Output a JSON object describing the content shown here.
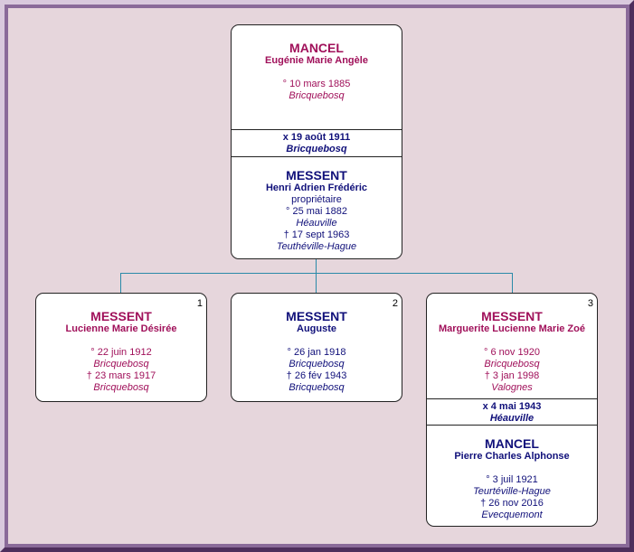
{
  "parents": {
    "mother": {
      "surname": "MANCEL",
      "given": "Eugénie Marie Angèle",
      "birth_date": "° 10 mars 1885",
      "birth_place": "Bricquebosq"
    },
    "marriage": {
      "date": "x 19 août 1911",
      "place": "Bricquebosq"
    },
    "father": {
      "surname": "MESSENT",
      "given": "Henri Adrien Frédéric",
      "occupation": "propriétaire",
      "birth_date": "° 25 mai 1882",
      "birth_place": "Héauville",
      "death_date": "† 17 sept 1963",
      "death_place": "Teuthéville-Hague"
    }
  },
  "children": [
    {
      "number": "1",
      "surname": "MESSENT",
      "given": "Lucienne Marie Désirée",
      "birth_date": "° 22 juin 1912",
      "birth_place": "Bricquebosq",
      "death_date": "† 23 mars 1917",
      "death_place": "Bricquebosq"
    },
    {
      "number": "2",
      "surname": "MESSENT",
      "given": "Auguste",
      "birth_date": "° 26 jan 1918",
      "birth_place": "Bricquebosq",
      "death_date": "† 26 fév 1943",
      "death_place": "Bricquebosq"
    },
    {
      "number": "3",
      "surname": "MESSENT",
      "given": "Marguerite Lucienne Marie Zoé",
      "birth_date": "° 6 nov 1920",
      "birth_place": "Bricquebosq",
      "death_date": "† 3 jan 1998",
      "death_place": "Valognes",
      "marriage": {
        "date": "x 4 mai 1943",
        "place": "Héauville"
      },
      "spouse": {
        "surname": "MANCEL",
        "given": "Pierre Charles Alphonse",
        "birth_date": "° 3 juil 1921",
        "birth_place": "Teurtéville-Hague",
        "death_date": "† 26 nov 2016",
        "death_place": "Evecquemont"
      }
    }
  ],
  "colors": {
    "female": "#a0105a",
    "male": "#10107a",
    "connector": "#2a8aa8",
    "background": "#e6d6dc"
  }
}
